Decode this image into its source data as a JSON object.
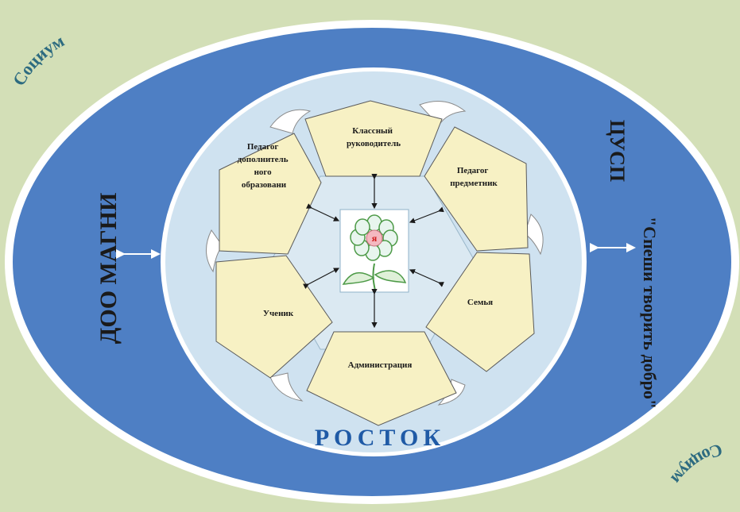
{
  "colors": {
    "background": "#d3dfb7",
    "outer_ring_white": "#ffffff",
    "outer_ring_blue": "#4e7fc4",
    "middle_ring": "#cfe2f0",
    "inner_hexagon": "#dbe9f2",
    "petal_fill": "#f7f1c4",
    "petal_stroke": "#5a5a5a",
    "text_dark": "#1a1a1a",
    "text_white": "#ffffff",
    "socium_text": "#2d6b80",
    "rostok_text": "#1f5aa6",
    "flower_green": "#4d9a47",
    "flower_center": "#f4b8c0",
    "flower_letter": "#d01a1a"
  },
  "labels": {
    "socium_top": "Социум",
    "socium_bottom": "Социум",
    "left_org": "ДОО МАГНИ",
    "right_org_line1": "ЦУСП",
    "right_org_line2": "\"Спеши творить добро\"",
    "rostok": "РОСТОК",
    "center_letter": "я"
  },
  "petals": [
    {
      "id": "class-leader",
      "lines": [
        "Классный",
        "руководитель"
      ]
    },
    {
      "id": "subject-teacher",
      "lines": [
        "Педагог",
        "предметник"
      ]
    },
    {
      "id": "family",
      "lines": [
        "Семья"
      ]
    },
    {
      "id": "administration",
      "lines": [
        "Администрация"
      ]
    },
    {
      "id": "student",
      "lines": [
        "Ученик"
      ]
    },
    {
      "id": "extra-education-teacher",
      "lines": [
        "Педагог",
        "дополнитель",
        "ного",
        "образовани"
      ]
    }
  ]
}
